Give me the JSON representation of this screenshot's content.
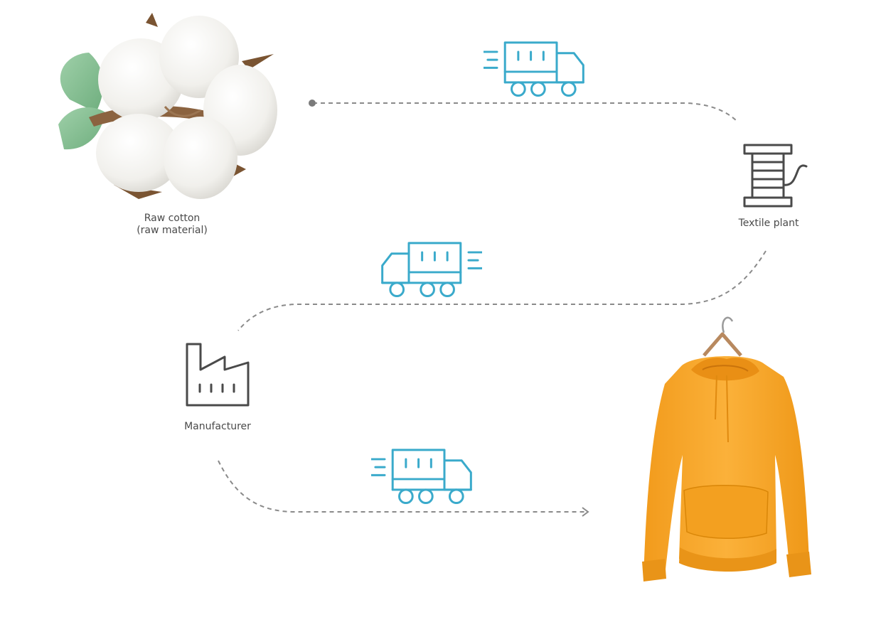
{
  "nodes": {
    "raw_cotton": {
      "label_line1": "Raw cotton",
      "label_line2": "(raw material)",
      "image": "cotton-boll-image"
    },
    "textile_plant": {
      "label": "Textile plant",
      "icon": "thread-spool-icon"
    },
    "manufacturer": {
      "label": "Manufacturer",
      "icon": "factory-icon"
    },
    "product": {
      "image": "orange-hoodie-image"
    }
  },
  "transport_icon": "delivery-truck-icon",
  "colors": {
    "truck": "#3AAACB",
    "icon_dark": "#4A4A4A",
    "path": "#8A8A8A",
    "label": "#4A4A4A",
    "hoodie": "#F7A626"
  }
}
